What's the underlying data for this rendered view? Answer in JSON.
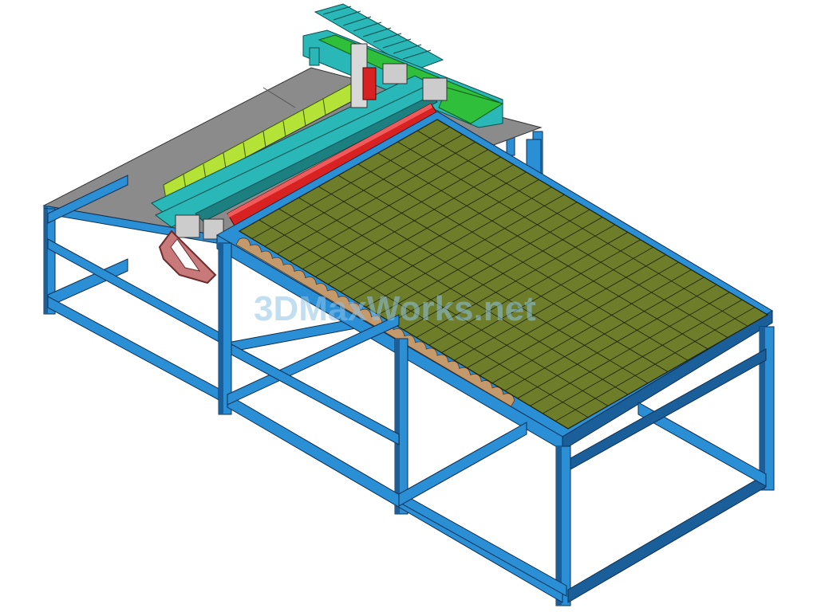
{
  "watermark": {
    "text": "3DMaxWorks.net"
  },
  "colors": {
    "background": "#ffffff",
    "frame": "#2b8fd6",
    "frame_dark": "#1a5f99",
    "frame_edge": "#0c2f52",
    "left_table_top": "#8b8b8b",
    "mat_fill": "#6d7d2a",
    "mat_grid": "#1b2008",
    "gantry": "#2ab7b7",
    "roller": "#d82121",
    "light_green_panel": "#b5e236",
    "conveyor_green": "#2fbf3a",
    "bracket_pink": "#c87a7a",
    "watermark": "#8fc3e6"
  },
  "parts": [
    "left-table",
    "right-table",
    "cutting-mat",
    "gantry-rail",
    "feed-roller",
    "conveyor",
    "blade-panel",
    "tool-bracket"
  ]
}
